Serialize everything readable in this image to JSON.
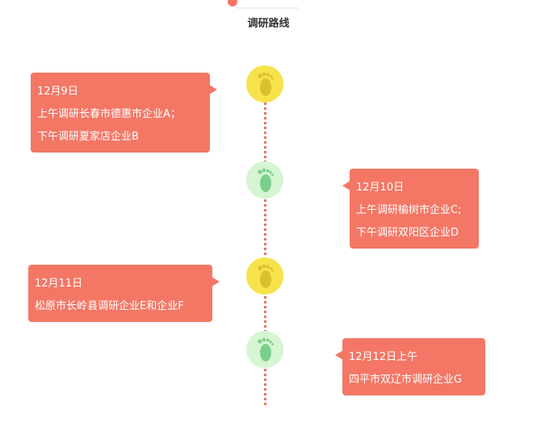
{
  "title": "调研路线",
  "colors": {
    "card": "#f47766",
    "timeline": "#e8735e",
    "marker_yellow": "#f6e24a",
    "marker_green": "#d6f5d2",
    "foot_yellow": "#d9c12c",
    "foot_green": "#7ccf8a"
  },
  "entries": [
    {
      "marker": "foot-yellow",
      "date": "12月9日",
      "lines": [
        "上午调研长春市德惠市企业A；",
        "下午调研夏家店企业B"
      ]
    },
    {
      "marker": "foot-green",
      "date": "12月10日",
      "lines": [
        "上午调研榆树市企业C;",
        "下午调研双阳区企业D"
      ]
    },
    {
      "marker": "foot-yellow",
      "date": "12月11日",
      "lines": [
        "松原市长岭县调研企业E和企业F"
      ]
    },
    {
      "marker": "foot-green",
      "date": "12月12日上午",
      "lines": [
        "四平市双辽市调研企业G"
      ]
    }
  ]
}
